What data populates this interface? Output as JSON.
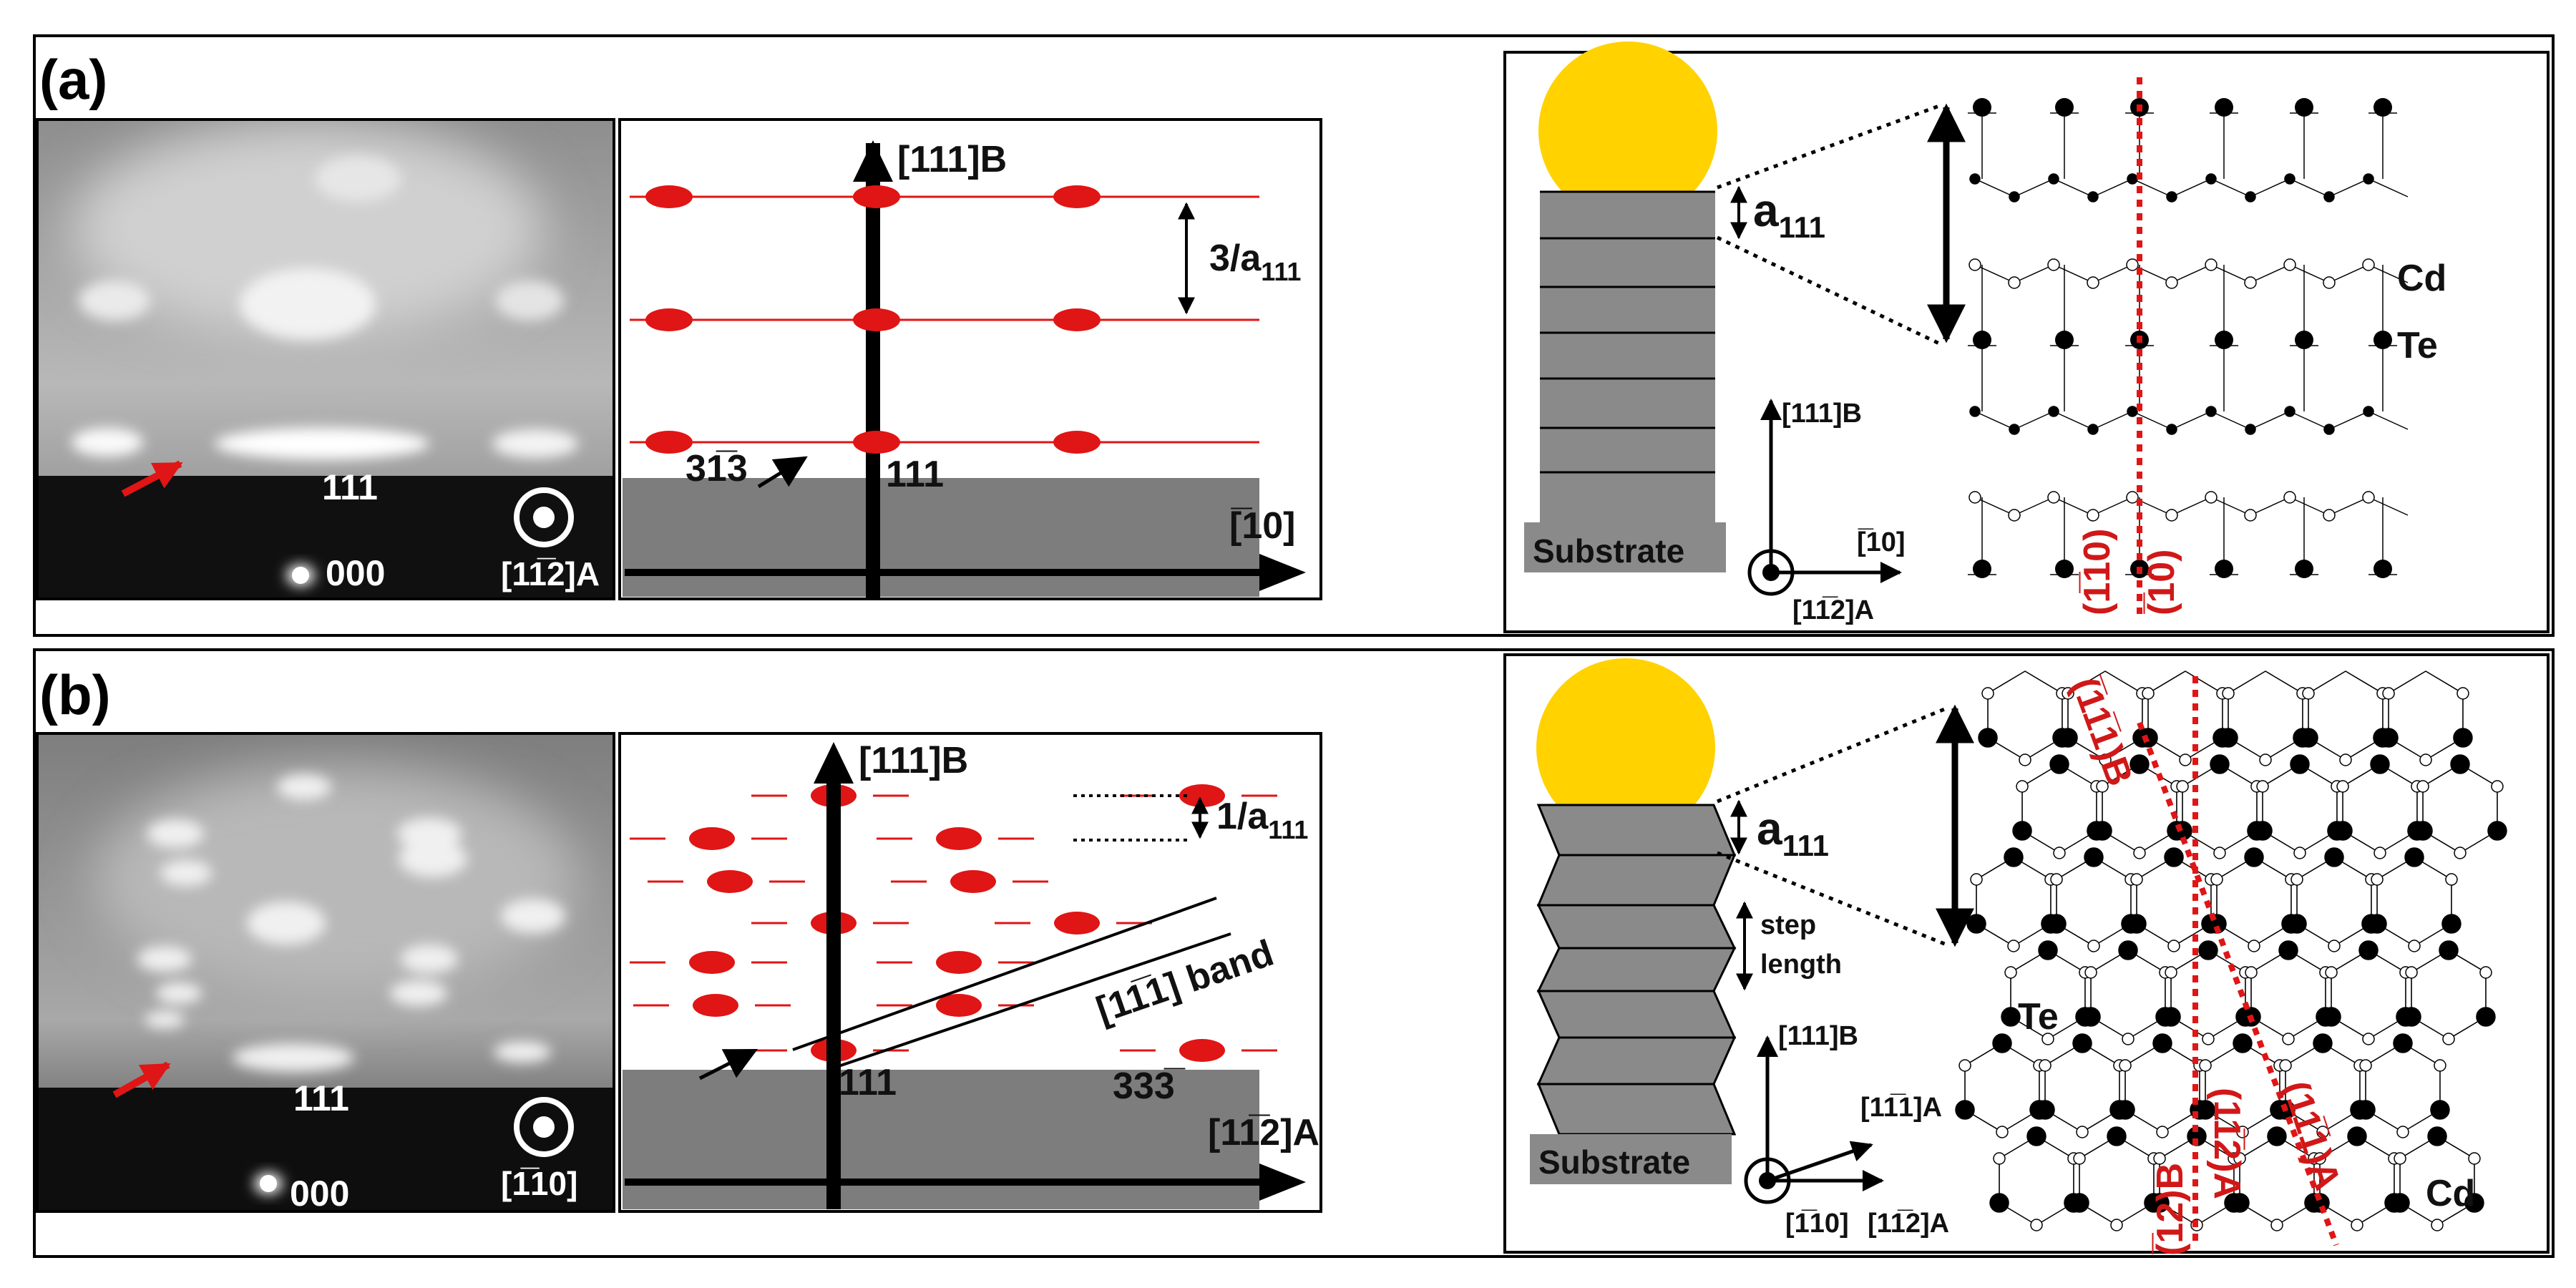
{
  "panels": {
    "a": {
      "letter": "(a)",
      "pattern": {
        "label_111": "111",
        "label_000": "000",
        "zone_axis": "[11̅2]A"
      },
      "schematic": {
        "vertical_axis": "[111]B",
        "horizontal_axis": "[̅10]",
        "spacing_label": "3/a",
        "spacing_sub": "111",
        "spot_label_313": "31̅3",
        "spot_label_111": "111"
      },
      "model": {
        "substrate": "Substrate",
        "a_label": "a",
        "a_sub": "111",
        "cd": "Cd",
        "te": "Te",
        "axis_up": "[111]B",
        "axis_right": "[̅10]",
        "axis_out": "[11̅2]A",
        "plane_1": "(1̅10)",
        "plane_2": "(̅10)"
      }
    },
    "b": {
      "letter": "(b)",
      "pattern": {
        "label_111": "111",
        "label_000": "000",
        "zone_axis": "[1̅10]"
      },
      "schematic": {
        "vertical_axis": "[111]B",
        "horizontal_axis": "[11̅2]A",
        "spacing_label": "1/a",
        "spacing_sub": "111",
        "band_label": "[11̅1] band",
        "spot_label_111": "111",
        "spot_label_333": "333̅"
      },
      "model": {
        "substrate": "Substrate",
        "a_label": "a",
        "a_sub": "111",
        "step_1": "step",
        "step_2": "length",
        "te": "Te",
        "cd": "Cd",
        "axis_up": "[111]B",
        "axis_diag": "[11̅1]A",
        "axis_out": "[1̅10]",
        "axis_right": "[11̅2]A",
        "plane_1": "(̅11̅1)B",
        "plane_2": "(̅12)B",
        "plane_3": "(11̅2)A",
        "plane_4": "(11̅1)A"
      }
    }
  },
  "colors": {
    "spot": "#e01515",
    "gold": "#ffd200",
    "substrate": "#8a8a8a"
  }
}
